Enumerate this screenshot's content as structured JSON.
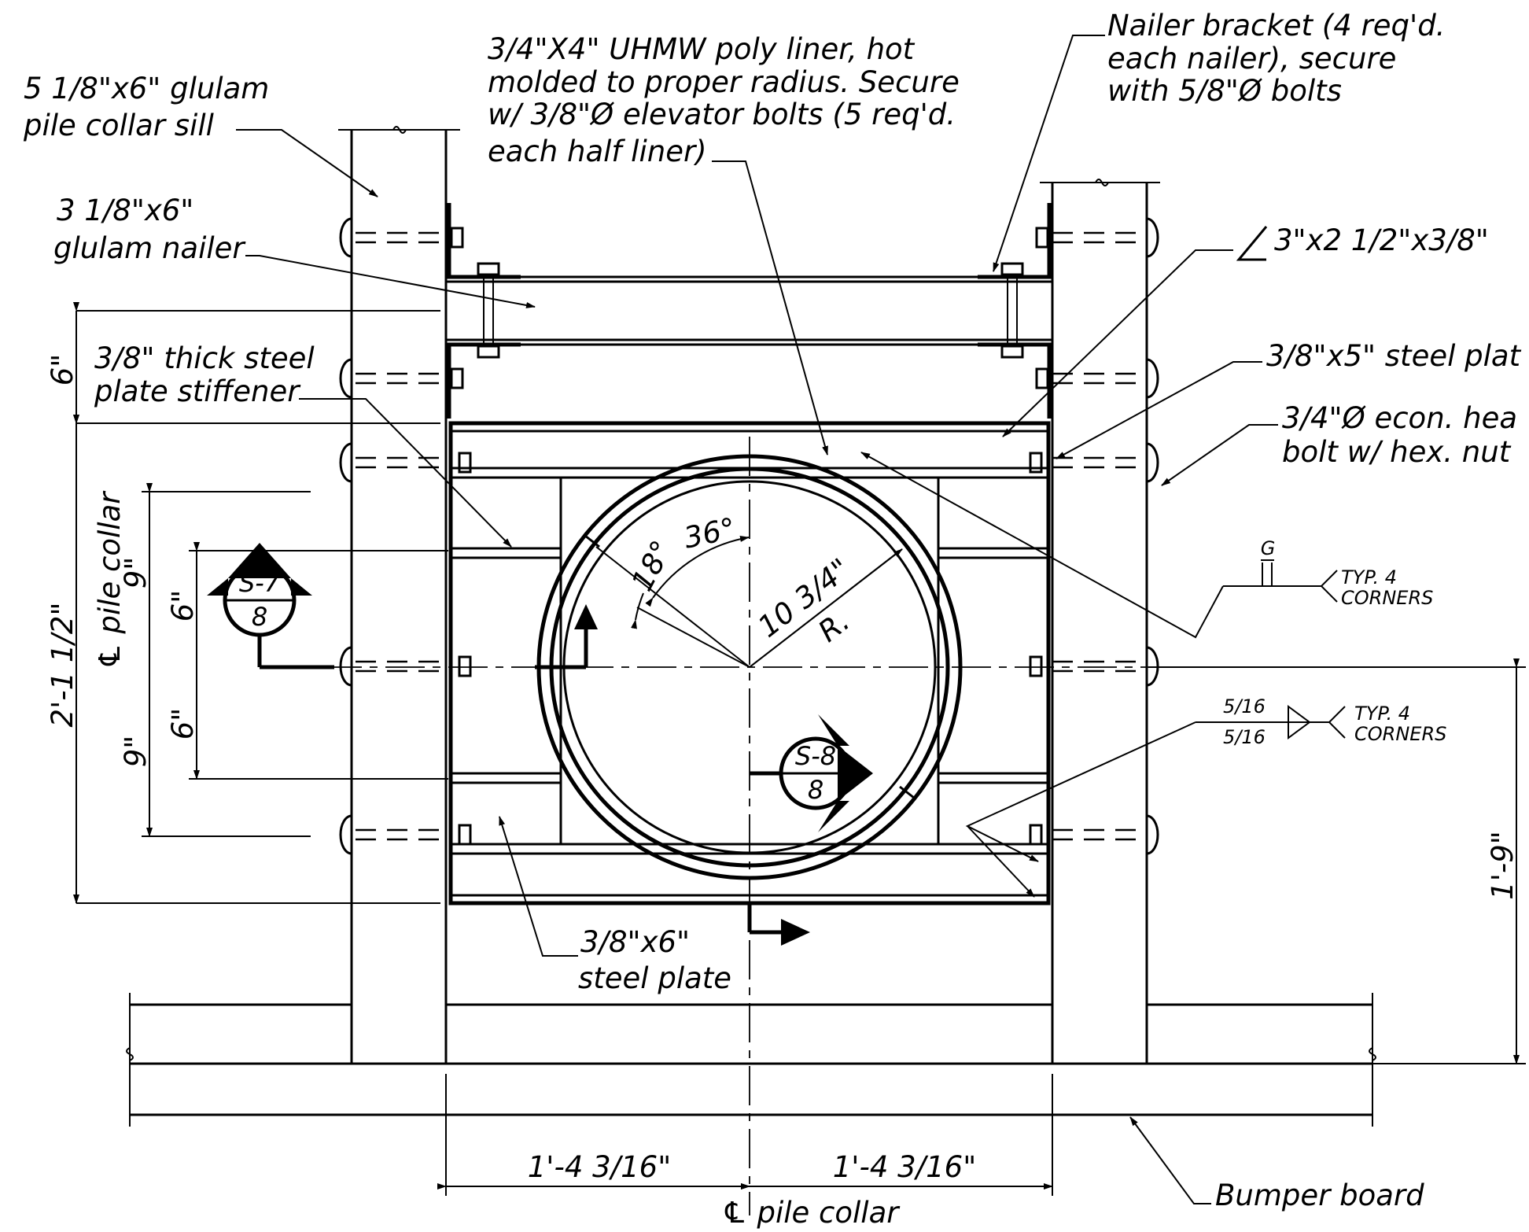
{
  "callouts": {
    "glulam_sill": [
      "5 1/8\"x6\" glulam",
      "pile collar sill"
    ],
    "glulam_nailer": [
      "3 1/8\"x6\"",
      "glulam nailer"
    ],
    "plate_stiffener": [
      "3/8\" thick steel",
      "plate stiffener"
    ],
    "uhmw_liner": [
      "3/4\"X4\" UHMW poly liner, hot",
      "molded to proper radius. Secure",
      "w/ 3/8\"Ø elevator bolts (5 req'd.",
      "each half liner)"
    ],
    "nailer_bracket": [
      "Nailer bracket (4 req'd.",
      "each nailer), secure",
      "with 5/8\"Ø bolts"
    ],
    "angle": "3\"x2 1/2\"x3/8\"",
    "steel_plate_5": "3/8\"x5\" steel plat",
    "head_bolt": [
      "3/4\"Ø econ. hea",
      "bolt w/ hex. nut"
    ],
    "steel_plate_6": [
      "3/8\"x6\"",
      "steel plate"
    ],
    "bumper_board": "Bumper board",
    "pile_collar_cl": "℄ pile collar",
    "pile_collar_cl_vertical": "℄ pile collar"
  },
  "welds": {
    "groove_symbol": "G",
    "groove_note": [
      "TYP. 4",
      "CORNERS"
    ],
    "fillet_top": "5/16",
    "fillet_bottom": "5/16",
    "fillet_note": [
      "TYP. 4",
      "CORNERS"
    ]
  },
  "dimensions": {
    "top_6": "6\"",
    "overall_height": "2'-1 1/2\"",
    "left_9_upper": "9\"",
    "left_9_lower": "9\"",
    "left_6_upper": "6\"",
    "left_6_lower": "6\"",
    "width_left": "1'-4 3/16\"",
    "width_right": "1'-4 3/16\"",
    "right_height": "1'-9\"",
    "radius": "10 3/4\"",
    "radius_suffix": "R.",
    "angle_36": "36°",
    "angle_18": "18°"
  },
  "section_marks": {
    "s7_top": "S-7",
    "s7_bottom": "8",
    "s8_top": "S-8",
    "s8_bottom": "8"
  }
}
